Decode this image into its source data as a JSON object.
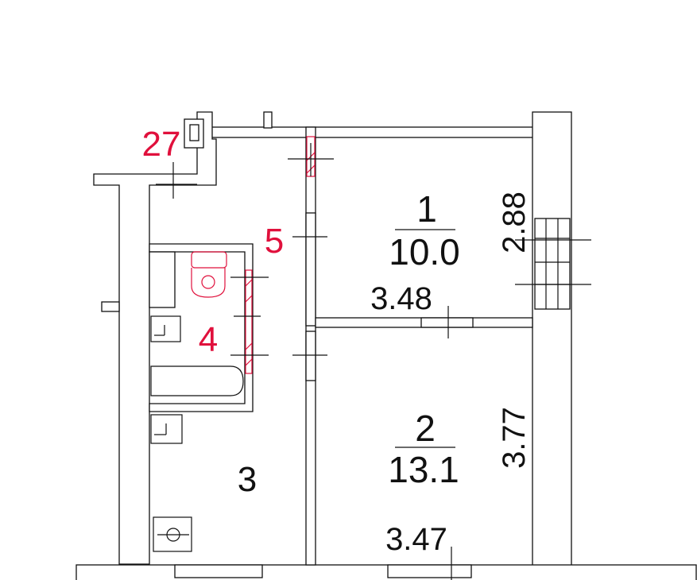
{
  "plan": {
    "colors": {
      "wall": "#111111",
      "accent": "#e0103c",
      "background": "#ffffff"
    },
    "apartment_number": "27",
    "rooms": [
      {
        "id": "1",
        "number": "1",
        "area": "10.0"
      },
      {
        "id": "2",
        "number": "2",
        "area": "13.1"
      },
      {
        "id": "3",
        "number": "3"
      },
      {
        "id": "4",
        "number": "4"
      },
      {
        "id": "5",
        "number": "5"
      }
    ],
    "dimensions": {
      "room1_width": "3.48",
      "room1_depth": "2.88",
      "room2_width": "3.47",
      "room2_depth": "3.77"
    },
    "fixtures": [
      "toilet-icon",
      "bathtub-icon",
      "sink-icon",
      "stove-icon",
      "balcony-stairs-icon"
    ]
  }
}
